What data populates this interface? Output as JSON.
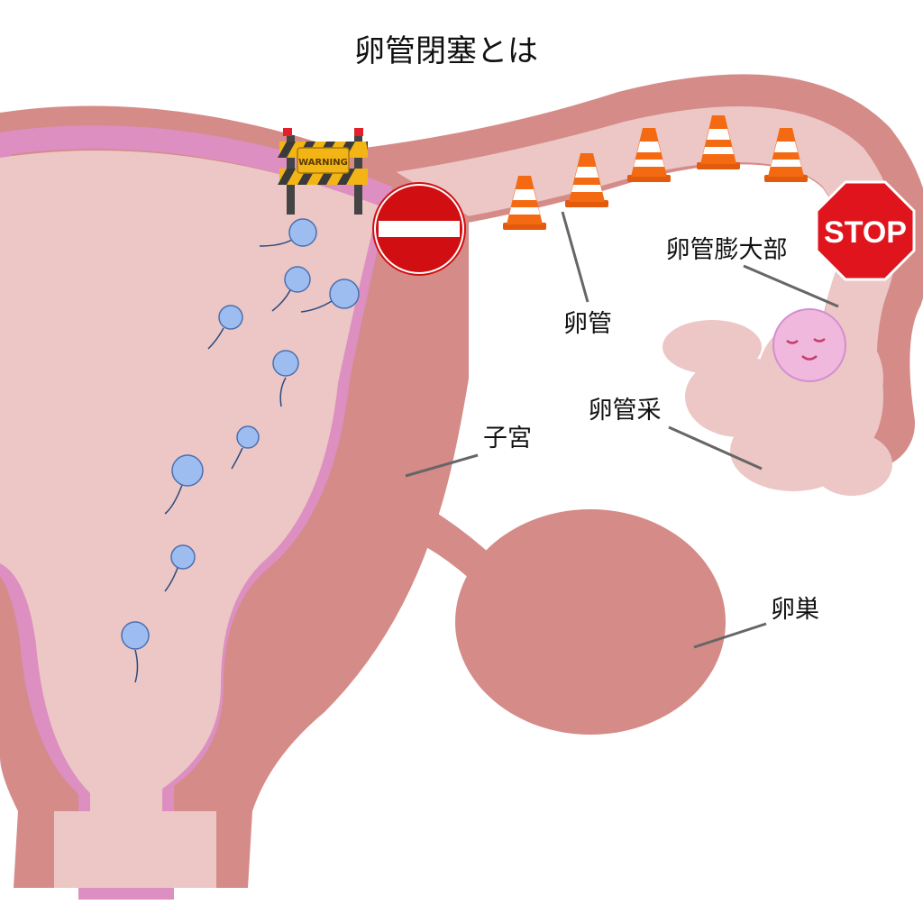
{
  "title": "卵管閉塞とは",
  "labels": {
    "ampulla": "卵管膨大部",
    "fallopian_tube": "卵管",
    "fimbriae": "卵管采",
    "uterus": "子宮",
    "ovary": "卵巣"
  },
  "signs": {
    "warning": "WARNING",
    "stop": "STOP"
  },
  "colors": {
    "wall": "#d58b88",
    "cavity": "#ecc7c5",
    "lining": "#dc8fc0",
    "sperm": "#9dbdf0",
    "egg": "#f0b8dc",
    "stop_red": "#e0141c",
    "no_entry_red": "#d10f12",
    "cone_orange": "#f46a12",
    "warning_yellow": "#f3b515"
  }
}
